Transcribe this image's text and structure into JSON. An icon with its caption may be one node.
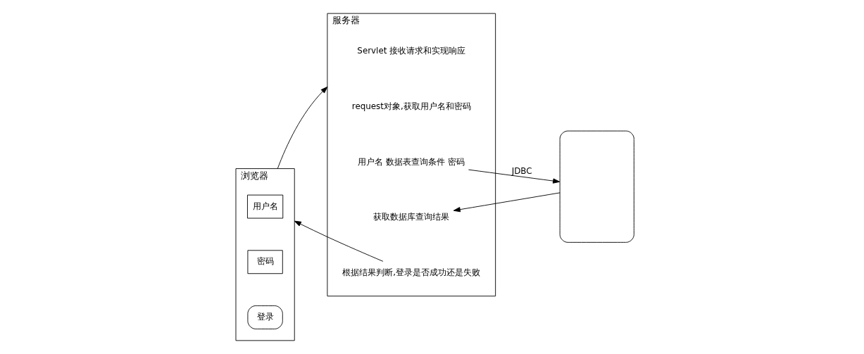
{
  "diagram": {
    "nodes": [
      {
        "text": [
          "浏览器"
        ]
      },
      {
        "text": [
          "用户名"
        ],
        "in": 0
      },
      {
        "text": [
          "密码"
        ],
        "in": 0
      },
      {
        "text": [
          "登录"
        ],
        "in": 0
      },
      {
        "text": [
          "服务器"
        ]
      },
      {
        "text": [
          "Servlet 接收请求和实现响应"
        ],
        "in": 4
      },
      {
        "text": [
          "request对象,获取用户名和密码"
        ],
        "in": 4
      },
      {
        "text": [
          "用户名 数据表查询条件 密码"
        ],
        "in": 4
      },
      {
        "text": [
          "获取数据库查询结果"
        ],
        "in": 4
      },
      {
        "text": [
          "根据结果判断,登录是否成功还是失败"
        ],
        "in": 4
      },
      {
        "text": [],
        "shape": "box"
      }
    ],
    "edges": [
      {
        "from": 0,
        "to": 4,
        "arrow": "to"
      },
      {
        "from": 7,
        "to": 10,
        "arrow": "to",
        "label": "JDBC"
      },
      {
        "from": 10,
        "to": 8,
        "arrow": "to"
      },
      {
        "from": 9,
        "to": 0,
        "arrow": "to"
      }
    ]
  }
}
